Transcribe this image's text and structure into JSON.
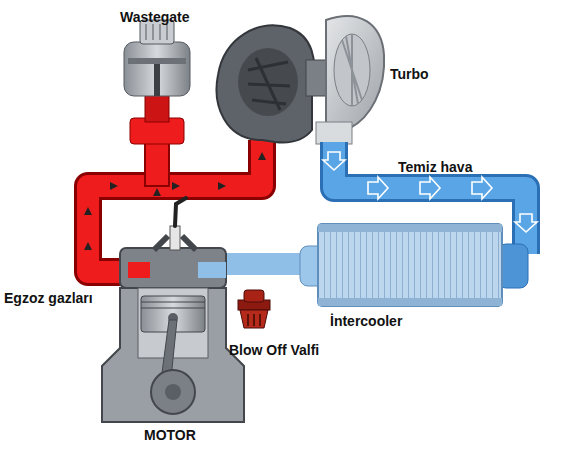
{
  "diagram": {
    "labels": [
      "Wastegate",
      "Turbo",
      "Temiz hava",
      "Egzoz gazları",
      "İntercooler",
      "Blow Off Valfi",
      "MOTOR"
    ]
  }
}
